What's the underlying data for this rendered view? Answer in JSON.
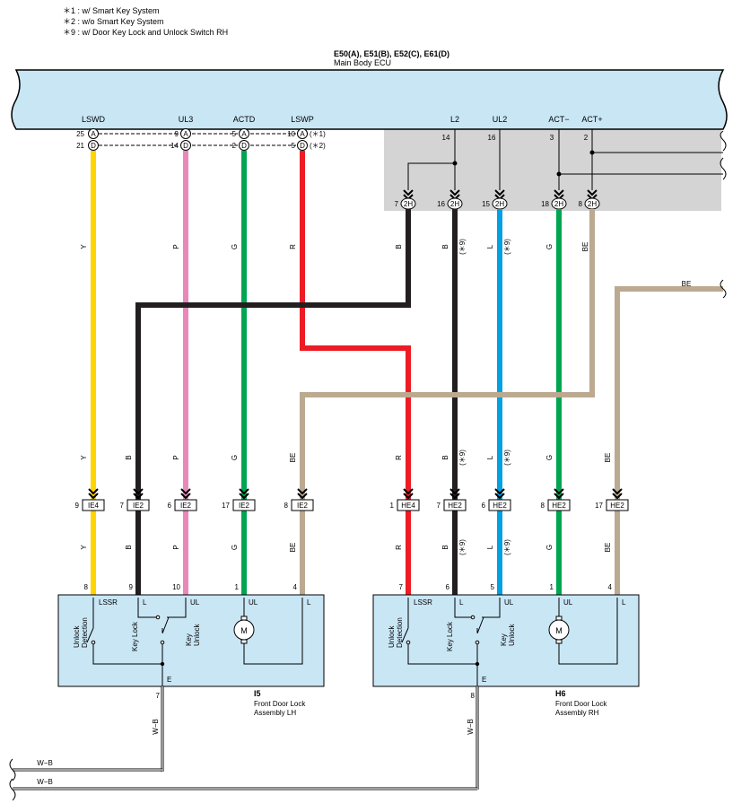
{
  "notes": [
    "＊1 : w/ Smart Key System",
    "＊2 : w/o Smart Key System",
    "＊9 : w/ Door Key Lock and Unlock Switch RH"
  ],
  "ecu": {
    "connectors": "E50(A), E51(B), E52(C), E61(D)",
    "name": "Main Body ECU",
    "pins": {
      "lswd": {
        "label": "LSWD",
        "a_pin": "25",
        "a_conn": "A",
        "d_pin": "21",
        "d_conn": "D"
      },
      "ul3": {
        "label": "UL3",
        "a_pin": "9",
        "a_conn": "A",
        "d_pin": "14",
        "d_conn": "D"
      },
      "actd": {
        "label": "ACTD",
        "a_pin": "5",
        "a_conn": "A",
        "d_pin": "2",
        "d_conn": "D"
      },
      "lswp": {
        "label": "LSWP",
        "a_pin": "10",
        "a_conn": "A",
        "d_pin": "5",
        "d_conn": "D",
        "a_note": "(＊1)",
        "d_note": "(＊2)"
      },
      "l2": {
        "label": "L2",
        "pin": "14"
      },
      "ul2": {
        "label": "UL2",
        "pin": "16"
      },
      "actm": {
        "label": "ACT−",
        "pin": "3"
      },
      "actp": {
        "label": "ACT+",
        "pin": "2"
      }
    }
  },
  "junction_2h": [
    {
      "pin": "7",
      "conn": "2H"
    },
    {
      "pin": "16",
      "conn": "2H"
    },
    {
      "pin": "15",
      "conn": "2H"
    },
    {
      "pin": "18",
      "conn": "2H"
    },
    {
      "pin": "8",
      "conn": "2H"
    }
  ],
  "wire_labels": {
    "y": "Y",
    "p": "P",
    "g": "G",
    "r": "R",
    "b": "B",
    "l": "L",
    "be": "BE",
    "wb": "W−B",
    "note9": "(＊9)"
  },
  "connectors_mid": [
    {
      "pin": "9",
      "conn": "IE4"
    },
    {
      "pin": "7",
      "conn": "IE2"
    },
    {
      "pin": "6",
      "conn": "IE2"
    },
    {
      "pin": "17",
      "conn": "IE2"
    },
    {
      "pin": "8",
      "conn": "IE2"
    },
    {
      "pin": "1",
      "conn": "HE4"
    },
    {
      "pin": "7",
      "conn": "HE2"
    },
    {
      "pin": "6",
      "conn": "HE2"
    },
    {
      "pin": "8",
      "conn": "HE2"
    },
    {
      "pin": "17",
      "conn": "HE2"
    }
  ],
  "assembly_lh": {
    "id": "I5",
    "name1": "Front Door Lock",
    "name2": "Assembly LH",
    "pins": [
      "8",
      "9",
      "10",
      "1",
      "4"
    ],
    "ground_pin": "7",
    "terms": {
      "lssr": "LSSR",
      "l1": "L",
      "ul1": "UL",
      "ul2": "UL",
      "l2": "L",
      "e": "E"
    },
    "switches": {
      "unlock1": "Unlock",
      "unlock2": "Detection",
      "keylock": "Key Lock",
      "key": "Key",
      "kunlock": "Unlock"
    },
    "motor": "M"
  },
  "assembly_rh": {
    "id": "H6",
    "name1": "Front Door Lock",
    "name2": "Assembly RH",
    "pins": [
      "7",
      "6",
      "5",
      "1",
      "4"
    ],
    "ground_pin": "8",
    "terms": {
      "lssr": "LSSR",
      "l1": "L",
      "ul1": "UL",
      "ul2": "UL",
      "l2": "L",
      "e": "E"
    },
    "switches": {
      "unlock1": "Unlock",
      "unlock2": "Detection",
      "keylock": "Key Lock",
      "key": "Key",
      "kunlock": "Unlock"
    },
    "motor": "M"
  },
  "colors": {
    "ecu_fill": "#c9e6f5",
    "gray_area": "#d4d4d4",
    "yellow": "#ffd400",
    "pink": "#ea86b9",
    "green": "#00a551",
    "red": "#ed1c24",
    "black": "#231f20",
    "blue": "#00a0e3",
    "beige": "#bba990"
  }
}
